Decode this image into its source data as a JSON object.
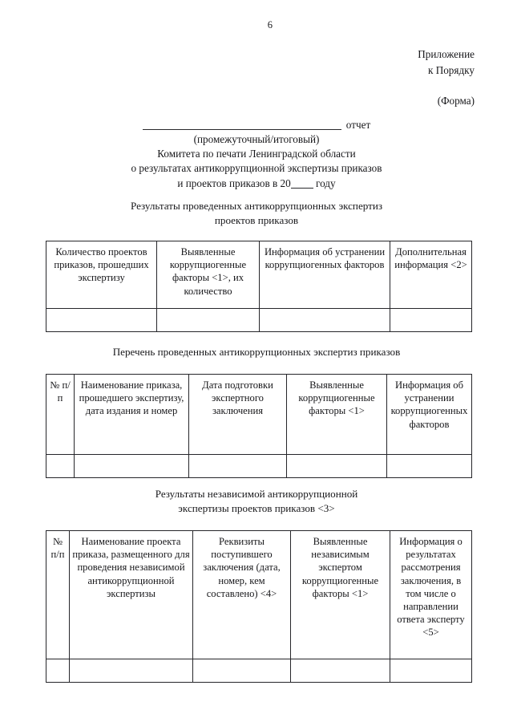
{
  "document": {
    "page_number": "6",
    "header_right": {
      "line1": "Приложение",
      "line2": "к Порядку",
      "form_word": "(Форма)"
    },
    "title": {
      "report_word": "отчет",
      "kind_note": "(промежуточный/итоговый)",
      "line_org": "Комитета по печати Ленинградской области",
      "line_subject": "о результатах антикоррупционной экспертизы приказов",
      "line_year_prefix": "и проектов приказов в 20",
      "line_year_suffix": "году"
    }
  },
  "sections": [
    {
      "caption_lines": [
        "Результаты проведенных антикоррупционных экспертиз",
        "проектов приказов"
      ],
      "columns": [
        "Количество проектов приказов, прошедших экспертизу",
        "Выявленные коррупциогенные факторы <1>, их количество",
        "Информация об устранении коррупциогенных факторов",
        "Дополнительная информация <2>"
      ],
      "rows": [
        [
          "",
          "",
          "",
          ""
        ]
      ]
    },
    {
      "caption_lines": [
        "Перечень проведенных антикоррупционных экспертиз приказов"
      ],
      "columns": [
        "№ п/п",
        "Наименование приказа, прошедшего экспертизу, дата издания и номер",
        "Дата подготовки экспертного заключения",
        "Выявленные коррупциогенные факторы <1>",
        "Информация об устранении коррупциогенных факторов"
      ],
      "rows": [
        [
          "",
          "",
          "",
          "",
          ""
        ]
      ]
    },
    {
      "caption_lines": [
        "Результаты независимой антикоррупционной",
        "экспертизы проектов приказов <3>"
      ],
      "columns": [
        "№ п/п",
        "Наименование проекта приказа, размещенного для проведения независимой антикоррупционной экспертизы",
        "Реквизиты поступившего заключения (дата, номер, кем составлено) <4>",
        "Выявленные независимым экспертом коррупциогенные факторы <1>",
        "Информация о результатах рассмотрения заключения, в том числе о направлении ответа эксперту <5>"
      ],
      "rows": [
        [
          "",
          "",
          "",
          "",
          ""
        ]
      ]
    }
  ],
  "colors": {
    "text": "#17171a",
    "rule": "#26262a",
    "background": "#ffffff"
  }
}
